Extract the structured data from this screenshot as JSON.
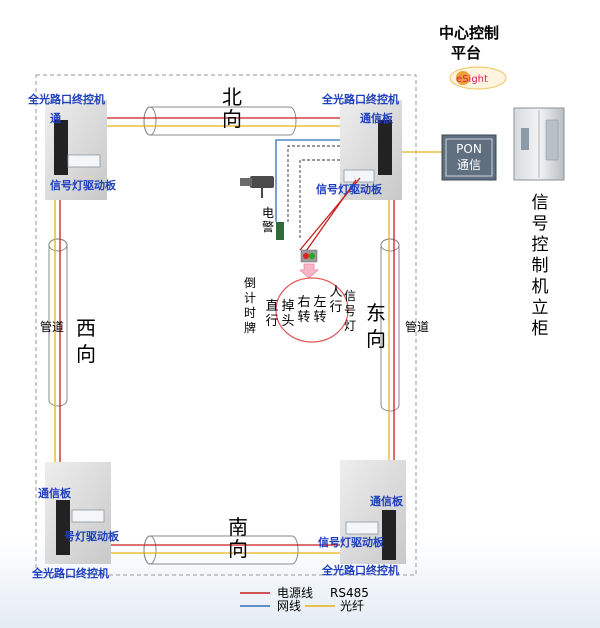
{
  "center": {
    "line1": "中心控制",
    "line2": "平台",
    "logo": "eSight"
  },
  "cabinet_label": "信号控制机立柜",
  "pon": {
    "line1": "PON",
    "line2": "通信"
  },
  "directions": {
    "north": "北向",
    "south": "南向",
    "east": "东向",
    "west": "西向"
  },
  "pipe_label": "管道",
  "nw": {
    "controller": "全光路口终控机",
    "comm": "通",
    "driver": "信号灯驱动板"
  },
  "ne": {
    "controller": "全光路口终控机",
    "comm": "通信板",
    "driver": "信号灯驱动板"
  },
  "sw": {
    "controller": "全光路口终控机",
    "comm": "通信板",
    "driver": "号灯驱动板"
  },
  "se": {
    "controller": "全光路口终控机",
    "comm": "通信板",
    "driver": "信号灯驱动板"
  },
  "police": "电警",
  "countdown": "倒计时牌",
  "pedestrian_light": "信号灯",
  "signal_columns": [
    "直行",
    "掉头",
    "右转",
    "左转",
    "人行"
  ],
  "legend": {
    "power": "电源线",
    "network": "网线",
    "rs485": "RS485",
    "fiber": "光纤"
  },
  "colors": {
    "power": "#c81e1e",
    "network": "#2a6fb8",
    "fiber": "#e8b21a",
    "label_blue": "#1f3fbf",
    "pon_bg": "#5f6f7f"
  }
}
